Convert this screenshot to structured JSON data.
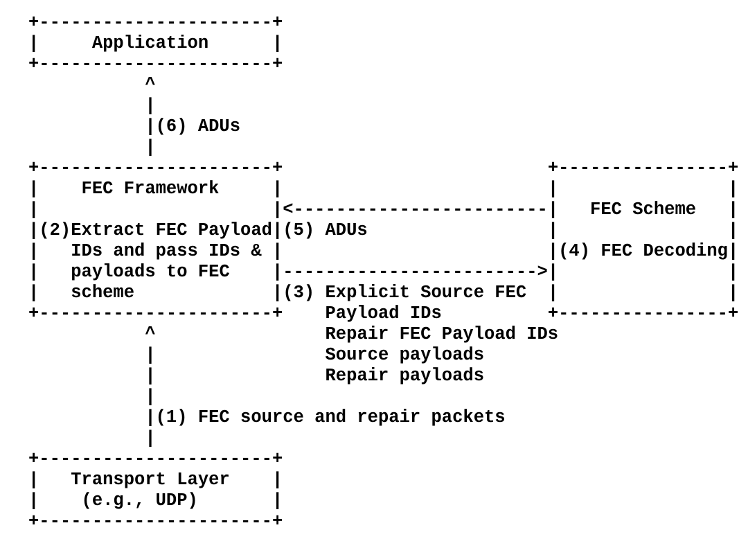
{
  "diagram": {
    "type": "ascii-block-diagram",
    "background_color": "#ffffff",
    "text_color": "#000000",
    "nodes": {
      "application": {
        "label": "Application",
        "art": [
          "+----------------------+",
          "|     Application      |",
          "+----------------------+"
        ]
      },
      "fec_framework": {
        "label": "FEC Framework",
        "step_text": "(2)Extract FEC Payload IDs and pass IDs & payloads to FEC scheme",
        "art": [
          "+----------------------+",
          "|    FEC Framework     |",
          "|                      |",
          "|(2)Extract FEC Payload|",
          "|   IDs and pass IDs & |",
          "|   payloads to FEC    |",
          "|   scheme             |",
          "+----------------------+"
        ]
      },
      "fec_scheme": {
        "label": "FEC Scheme",
        "step_text": "(4) FEC Decoding",
        "art": [
          "+----------------+",
          "|                |",
          "|   FEC Scheme   |",
          "|                |",
          "|(4) FEC Decoding|",
          "|                |",
          "|                |",
          "+----------------+"
        ]
      },
      "transport_layer": {
        "label": "Transport Layer",
        "sublabel": "(e.g., UDP)",
        "art": [
          "+----------------------+",
          "|   Transport Layer    |",
          "|    (e.g., UDP)       |",
          "+----------------------+"
        ]
      }
    },
    "flows": {
      "flow_6_adus": {
        "label": "(6) ADUs",
        "direction": "up",
        "art": [
          "^",
          "|",
          "|(6) ADUs",
          "|"
        ]
      },
      "flow_5_adus": {
        "label": "(5) ADUs",
        "direction": "left",
        "arrow_art": "<------------------------"
      },
      "flow_3_payload_ids": {
        "direction": "right",
        "arrow_art": "------------------------>",
        "label_lines": [
          "(3) Explicit Source FEC",
          "    Payload IDs",
          "    Repair FEC Payload IDs",
          "    Source payloads",
          "    Repair payloads"
        ]
      },
      "flow_1_packets": {
        "label": "(1) FEC source and repair packets",
        "direction": "up",
        "art": [
          "^",
          "|",
          "|",
          "|",
          "|(1) FEC source and repair packets",
          "|"
        ]
      }
    }
  }
}
